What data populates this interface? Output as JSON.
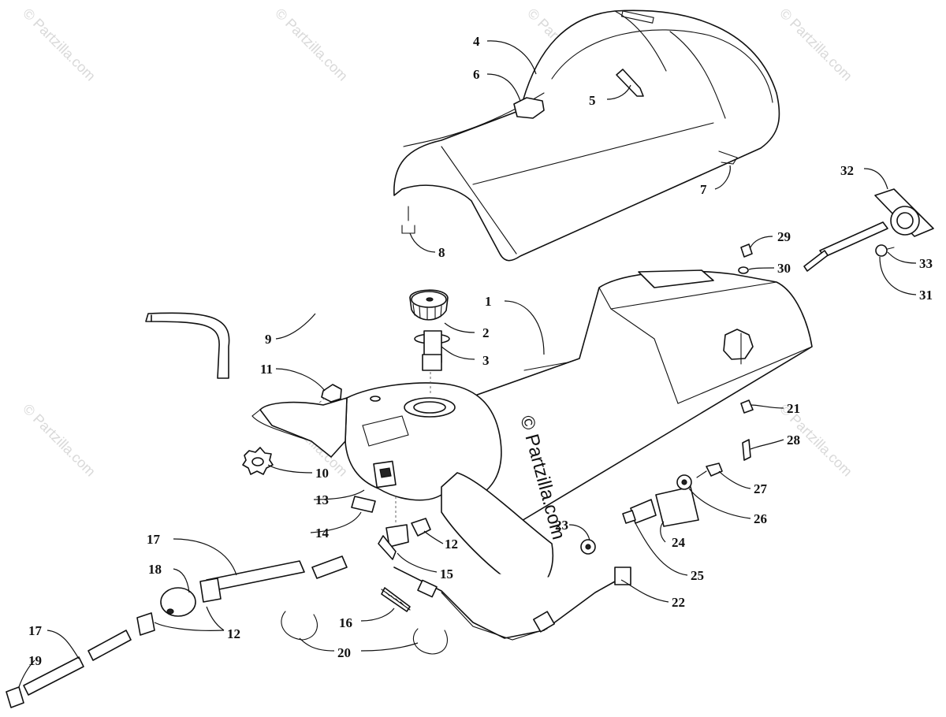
{
  "watermark": {
    "text": "© Partzilla.com",
    "center_text": "© Partzilla.com"
  },
  "callouts": {
    "c1": "1",
    "c2": "2",
    "c3": "3",
    "c4": "4",
    "c5": "5",
    "c6": "6",
    "c7": "7",
    "c8": "8",
    "c9": "9",
    "c10": "10",
    "c11": "11",
    "c12a": "12",
    "c12b": "12",
    "c13": "13",
    "c14": "14",
    "c15": "15",
    "c16": "16",
    "c17a": "17",
    "c17b": "17",
    "c18": "18",
    "c19": "19",
    "c20": "20",
    "c21": "21",
    "c22": "22",
    "c23": "23",
    "c24": "24",
    "c25": "25",
    "c26": "26",
    "c27": "27",
    "c28": "28",
    "c29": "29",
    "c30": "30",
    "c31": "31",
    "c32": "32",
    "c33": "33"
  }
}
